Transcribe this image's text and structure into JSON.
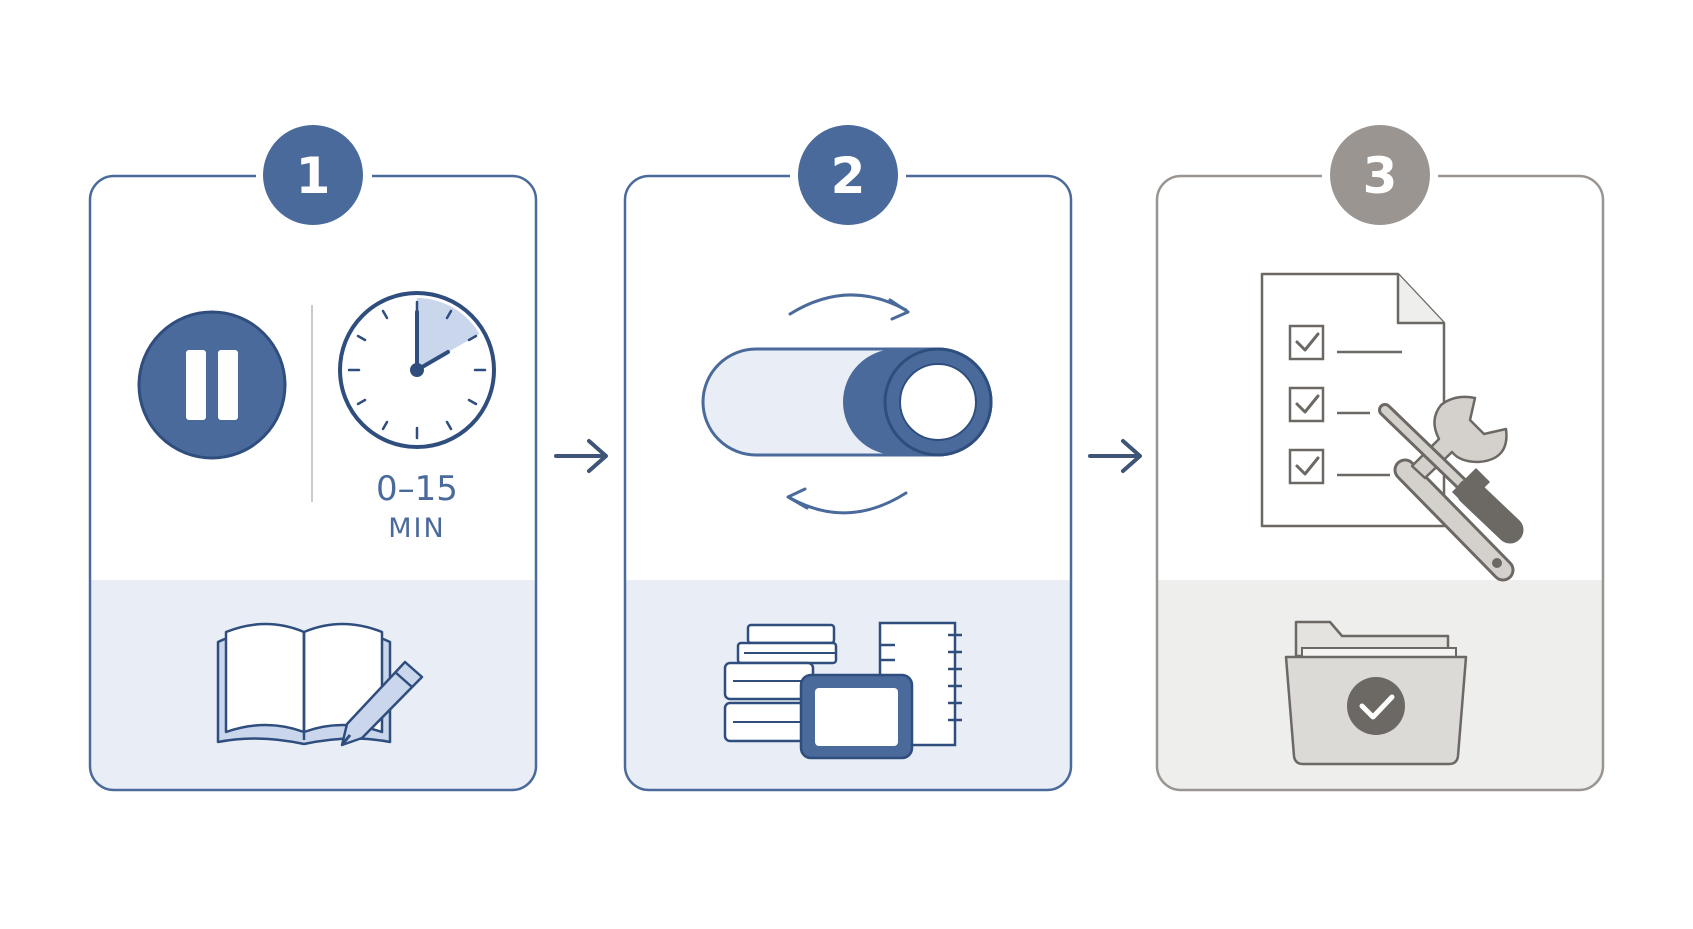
{
  "colors": {
    "primary": "#4A6A9C",
    "primary_dark": "#2F4E7E",
    "primary_light": "#E9EEF6",
    "primary_fill": "#C9D6EC",
    "neutral": "#9A9590",
    "neutral_dark": "#6C6864",
    "neutral_light": "#EEEEEC",
    "arrow": "#3E5577",
    "background": "#FFFFFF"
  },
  "steps": [
    {
      "number": "1",
      "theme": "primary",
      "icons": [
        "pause-icon",
        "clock-icon",
        "notebook-pencil-icon"
      ],
      "timer_range": "0–15",
      "timer_unit": "MIN"
    },
    {
      "number": "2",
      "theme": "primary",
      "icons": [
        "toggle-switch-icon",
        "cycle-arrows-icon",
        "books-tablet-planner-icon"
      ]
    },
    {
      "number": "3",
      "theme": "neutral",
      "icons": [
        "checklist-document-icon",
        "tools-icon",
        "folder-check-icon"
      ]
    }
  ],
  "connectors": [
    "arrow-right-icon",
    "arrow-right-icon"
  ]
}
